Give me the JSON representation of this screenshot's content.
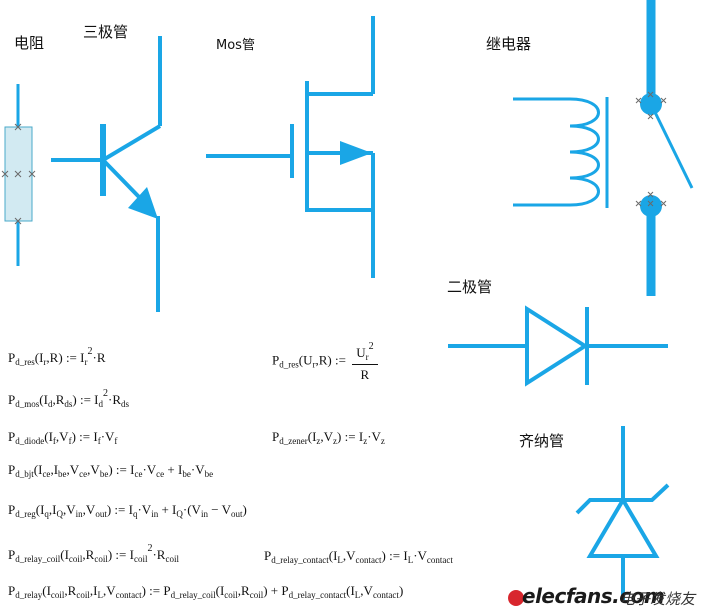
{
  "labels": {
    "resistor": "电阻",
    "bjt": "三极管",
    "mos": "Mos管",
    "relay": "继电器",
    "diode": "二极管",
    "zener": "齐纳管"
  },
  "colors": {
    "symbol": "#1aa6e6",
    "resistor_fill": "#d2eaf2",
    "resistor_stroke": "#4aa9c9",
    "marker": "#6a6a6a",
    "text": "#111111"
  },
  "formulas": {
    "f1": {
      "lhs": "P",
      "lsub": "d_res",
      "a1": "I",
      "a1s": "r",
      "a2": "R",
      "op": ":=",
      "r1": "I",
      "r1s": "r",
      "r1p": "2",
      "r2": "·R"
    },
    "f2": {
      "lhs": "P",
      "lsub": "d_mos",
      "a1": "I",
      "a1s": "d",
      "a2": "R",
      "a2s": "ds",
      "op": ":=",
      "r1": "I",
      "r1s": "d",
      "r1p": "2",
      "r2": "·R",
      "r2s": "ds"
    },
    "f3": {
      "lhs": "P",
      "lsub": "d_diode",
      "a1": "I",
      "a1s": "f",
      "a2": "V",
      "a2s": "f",
      "op": ":=",
      "r1": "I",
      "r1s": "f",
      "r2": "·V",
      "r2s": "f"
    },
    "f4": {
      "lhs": "P",
      "lsub": "d_bjt",
      "a1": "I",
      "a1s": "ce",
      "a2": "I",
      "a2s": "be",
      "a3": "V",
      "a3s": "ce",
      "a4": "V",
      "a4s": "be",
      "op": ":=",
      "r1": "I",
      "r1s": "ce",
      "r2": "·V",
      "r2s": "ce",
      "plus": "+",
      "r3": "I",
      "r3s": "be",
      "r4": "·V",
      "r4s": "be"
    },
    "f5": {
      "lhs": "P",
      "lsub": "d_reg",
      "a1": "I",
      "a1s": "q",
      "a2": "I",
      "a2s": "Q",
      "a3": "V",
      "a3s": "in",
      "a4": "V",
      "a4s": "out",
      "op": ":=",
      "r1": "I",
      "r1s": "q",
      "r2": "·V",
      "r2s": "in",
      "plus": "+",
      "r3": "I",
      "r3s": "Q",
      "r4": "·(V",
      "r4s": "in",
      "minus": "−",
      "r5": "V",
      "r5s": "out",
      "close": ")"
    },
    "f6": {
      "lhs": "P",
      "lsub": "d_relay_coil",
      "a1": "I",
      "a1s": "coil",
      "a2": "R",
      "a2s": "coil",
      "op": ":=",
      "r1": "I",
      "r1s": "coil",
      "r1p": "2",
      "r2": "·R",
      "r2s": "coil"
    },
    "f7": {
      "lhs": "P",
      "lsub": "d_relay",
      "a1": "I",
      "a1s": "coil",
      "a2": "R",
      "a2s": "coil",
      "a3": "I",
      "a3s": "L",
      "a4": "V",
      "a4s": "contact",
      "op": ":=",
      "t1": "P",
      "t1s": "d_relay_coil",
      "t1a1": "I",
      "t1a1s": "coil",
      "t1a2": "R",
      "t1a2s": "coil",
      "plus": "+",
      "t2": "P",
      "t2s": "d_relay_contact",
      "t2a1": "I",
      "t2a1s": "L",
      "t2a2": "V",
      "t2a2s": "contact"
    },
    "f8": {
      "lhs": "P",
      "lsub": "d_res",
      "a1": "U",
      "a1s": "r",
      "a2": "R",
      "op": ":=",
      "num": "U",
      "nums": "r",
      "nump": "2",
      "den": "R"
    },
    "f9": {
      "lhs": "P",
      "lsub": "d_zener",
      "a1": "I",
      "a1s": "z",
      "a2": "V",
      "a2s": "z",
      "op": ":=",
      "r1": "I",
      "r1s": "z",
      "r2": "·V",
      "r2s": "z"
    },
    "f10": {
      "lhs": "P",
      "lsub": "d_relay_contact",
      "a1": "I",
      "a1s": "L",
      "a2": "V",
      "a2s": "contact",
      "op": ":=",
      "r1": "I",
      "r1s": "L",
      "r2": "·V",
      "r2s": "contact"
    }
  },
  "watermark": {
    "text": "elecfans.com",
    "cn": "电子发烧友"
  }
}
